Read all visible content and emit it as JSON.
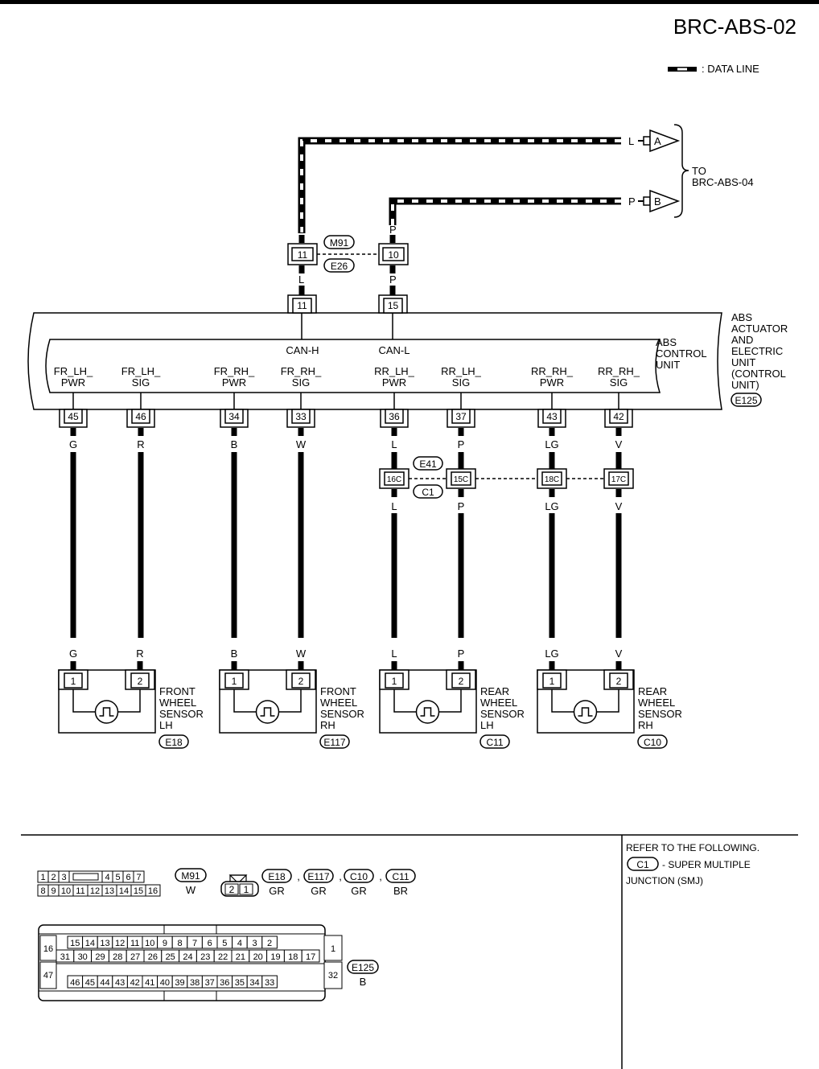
{
  "title": "BRC-ABS-02",
  "legend": {
    "label": ": DATA LINE"
  },
  "to_ref": {
    "line1": "TO",
    "line2": "BRC-ABS-04"
  },
  "outputs": [
    {
      "wire": "L",
      "flag": "A"
    },
    {
      "wire": "P",
      "flag": "B"
    }
  ],
  "upper_connector": {
    "top_name": "M91",
    "bottom_name": "E26",
    "pins": [
      {
        "pin": "11",
        "color_above": "L",
        "color_below": "L"
      },
      {
        "pin": "10",
        "color_above": "P",
        "color_below": "P"
      }
    ]
  },
  "unit": {
    "outer_lines": [
      "ABS",
      "ACTUATOR",
      "AND",
      "ELECTRIC",
      "UNIT",
      "(CONTROL",
      "UNIT)"
    ],
    "connector": "E125",
    "inner_lines": [
      "ABS",
      "CONTROL",
      "UNIT"
    ],
    "top_pins": [
      {
        "pin": "11",
        "signal": "CAN-H"
      },
      {
        "pin": "15",
        "signal": "CAN-L"
      }
    ],
    "bottom_pins": [
      {
        "pin": "45",
        "signal_1": "FR_LH_",
        "signal_2": "PWR",
        "color": "G"
      },
      {
        "pin": "46",
        "signal_1": "FR_LH_",
        "signal_2": "SIG",
        "color": "R"
      },
      {
        "pin": "34",
        "signal_1": "FR_RH_",
        "signal_2": "PWR",
        "color": "B"
      },
      {
        "pin": "33",
        "signal_1": "FR_RH_",
        "signal_2": "SIG",
        "color": "W"
      },
      {
        "pin": "36",
        "signal_1": "RR_LH_",
        "signal_2": "PWR",
        "color": "L"
      },
      {
        "pin": "37",
        "signal_1": "RR_LH_",
        "signal_2": "SIG",
        "color": "P"
      },
      {
        "pin": "43",
        "signal_1": "RR_RH_",
        "signal_2": "PWR",
        "color": "LG"
      },
      {
        "pin": "42",
        "signal_1": "RR_RH_",
        "signal_2": "SIG",
        "color": "V"
      }
    ]
  },
  "rear_joint": {
    "top_name": "E41",
    "bottom_name": "C1",
    "pins": [
      {
        "pin": "16C",
        "color": "L"
      },
      {
        "pin": "15C",
        "color": "P"
      },
      {
        "pin": "18C",
        "color": "LG"
      },
      {
        "pin": "17C",
        "color": "V"
      }
    ]
  },
  "sensors": [
    {
      "lines": [
        "FRONT",
        "WHEEL",
        "SENSOR",
        "LH"
      ],
      "connector": "E18",
      "pin1": "1",
      "pin2": "2",
      "color1": "G",
      "color2": "R"
    },
    {
      "lines": [
        "FRONT",
        "WHEEL",
        "SENSOR",
        "RH"
      ],
      "connector": "E117",
      "pin1": "1",
      "pin2": "2",
      "color1": "B",
      "color2": "W"
    },
    {
      "lines": [
        "REAR",
        "WHEEL",
        "SENSOR",
        "LH"
      ],
      "connector": "C11",
      "pin1": "1",
      "pin2": "2",
      "color1": "L",
      "color2": "P"
    },
    {
      "lines": [
        "REAR",
        "WHEEL",
        "SENSOR",
        "RH"
      ],
      "connector": "C10",
      "pin1": "1",
      "pin2": "2",
      "color1": "LG",
      "color2": "V"
    }
  ],
  "connector_views": {
    "m91": {
      "name": "M91",
      "color": "W",
      "row1": [
        "1",
        "2",
        "3",
        "",
        "4",
        "5",
        "6",
        "7"
      ],
      "row2": [
        "8",
        "9",
        "10",
        "11",
        "12",
        "13",
        "14",
        "15",
        "16"
      ]
    },
    "two_pin": {
      "pins": [
        "2",
        "1"
      ],
      "items": [
        {
          "name": "E18",
          "color": "GR"
        },
        {
          "name": "E117",
          "color": "GR"
        },
        {
          "name": "C10",
          "color": "GR"
        },
        {
          "name": "C11",
          "color": "BR"
        }
      ]
    },
    "e125": {
      "name": "E125",
      "color": "B",
      "left_top": "16",
      "left_bottom": "47",
      "right_top": "1",
      "right_bottom": "32",
      "row1": [
        "15",
        "14",
        "13",
        "12",
        "11",
        "10",
        "9",
        "8",
        "7",
        "6",
        "5",
        "4",
        "3",
        "2"
      ],
      "row2": [
        "31",
        "30",
        "29",
        "28",
        "27",
        "26",
        "25",
        "24",
        "23",
        "22",
        "21",
        "20",
        "19",
        "18",
        "17"
      ],
      "row3": [
        "46",
        "45",
        "44",
        "43",
        "42",
        "41",
        "40",
        "39",
        "38",
        "37",
        "36",
        "35",
        "34",
        "33"
      ]
    }
  },
  "reference": {
    "heading": "REFER TO THE FOLLOWING.",
    "item_name": "C1",
    "item_text": "- SUPER MULTIPLE",
    "item_text2": "JUNCTION (SMJ)"
  }
}
